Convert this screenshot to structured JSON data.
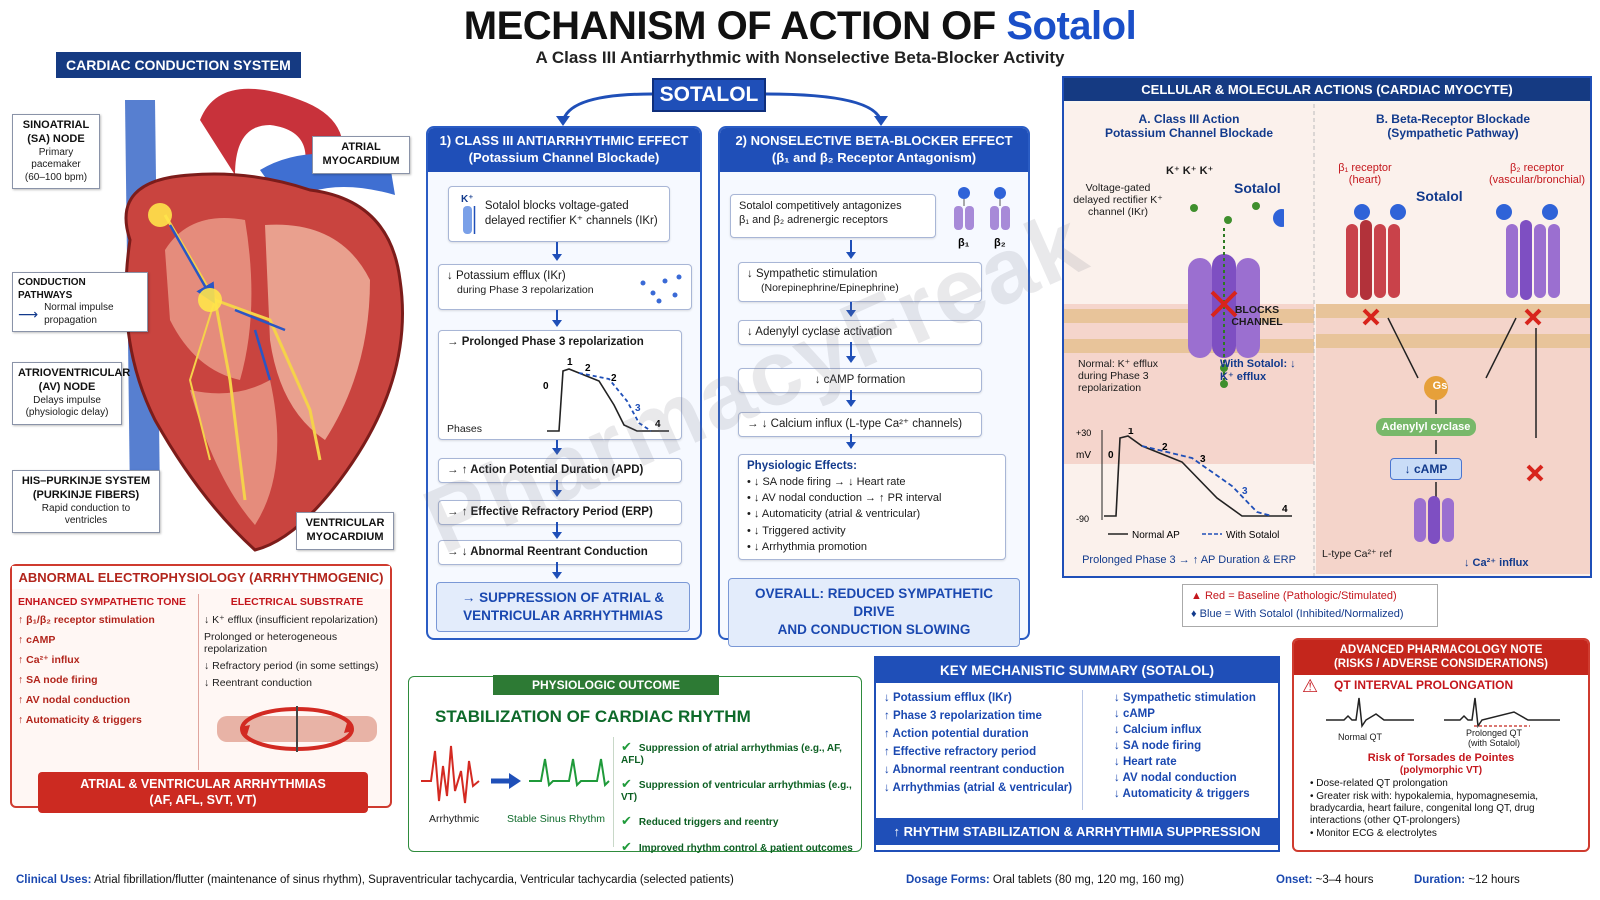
{
  "header": {
    "title_prefix": "MECHANISM OF ACTION OF",
    "title_drug": "Sotalol",
    "subtitle": "A Class III Antiarrhythmic with Nonselective Beta-Blocker Activity",
    "drug_badge": "SOTALOL"
  },
  "conduction": {
    "tag": "CARDIAC CONDUCTION SYSTEM",
    "sa_node": {
      "title": "SINOATRIAL (SA) NODE",
      "line1": "Primary pacemaker",
      "line2": "(60–100 bpm)"
    },
    "atrial": "ATRIAL MYOCARDIUM",
    "pathways": {
      "title": "CONDUCTION PATHWAYS",
      "text": "Normal impulse propagation"
    },
    "av_node": {
      "title": "ATRIOVENTRICULAR (AV) NODE",
      "line1": "Delays impulse",
      "line2": "(physiologic delay)"
    },
    "his": {
      "title": "HIS–PURKINJE SYSTEM (PURKINJE FIBERS)",
      "line1": "Rapid conduction to",
      "line2": "ventricles"
    },
    "ventricular": "VENTRICULAR MYOCARDIUM"
  },
  "abnormal": {
    "title": "ABNORMAL ELECTROPHYSIOLOGY (ARRHYTHMOGENIC)",
    "left_title": "ENHANCED SYMPATHETIC TONE",
    "left_items": [
      "↑ β₁/β₂ receptor stimulation",
      "↑ cAMP",
      "↑ Ca²⁺ influx",
      "↑ SA node firing",
      "↑ AV nodal conduction",
      "↑ Automaticity & triggers"
    ],
    "right_title": "ELECTRICAL SUBSTRATE",
    "right_items": [
      "↓ K⁺ efflux (insufficient repolarization)",
      "Prolonged or heterogeneous repolarization",
      "↓ Refractory period (in some settings)",
      "↓ Reentrant conduction"
    ],
    "bottom_line1": "ATRIAL & VENTRICULAR ARRHYTHMIAS",
    "bottom_line2": "(AF, AFL, SVT, VT)"
  },
  "class3": {
    "title_line1": "1) CLASS III ANTIARRHYTHMIC EFFECT",
    "title_line2": "(Potassium Channel Blockade)",
    "k_label": "K⁺",
    "step1": "Sotalol blocks voltage-gated delayed rectifier K⁺ channels (IKr)",
    "step2_line1": "↓ Potassium efflux (IKr)",
    "step2_line2": "during Phase 3 repolarization",
    "step3": "→ Prolonged Phase 3 repolarization",
    "phases_label": "Phases",
    "phase_nums": [
      "0",
      "1",
      "2",
      "2",
      "3",
      "4"
    ],
    "step4": "→ ↑ Action Potential Duration (APD)",
    "step5": "→ ↑ Effective Refractory Period (ERP)",
    "step6": "→ ↓ Abnormal Reentrant Conduction",
    "conclusion_line1": "→ SUPPRESSION OF ATRIAL &",
    "conclusion_line2": "VENTRICULAR ARRHYTHMIAS"
  },
  "beta": {
    "title_line1": "2) NONSELECTIVE BETA-BLOCKER EFFECT",
    "title_line2": "(β₁ and β₂ Receptor Antagonism)",
    "step1_line1": "Sotalol competitively antagonizes",
    "step1_line2": "β₁ and β₂ adrenergic receptors",
    "b1": "β₁",
    "b2": "β₂",
    "step2_line1": "↓ Sympathetic stimulation",
    "step2_line2": "(Norepinephrine/Epinephrine)",
    "step3": "↓ Adenylyl cyclase activation",
    "step4": "↓ cAMP formation",
    "step5": "→ ↓ Calcium influx (L-type Ca²⁺ channels)",
    "effects_title": "Physiologic Effects:",
    "effects": [
      "• ↓ SA node firing → ↓ Heart rate",
      "• ↓ AV nodal conduction → ↑ PR interval",
      "• ↓ Automaticity (atrial & ventricular)",
      "• ↓ Triggered activity",
      "• ↓ Arrhythmia promotion"
    ],
    "conclusion_line1": "OVERALL: REDUCED SYMPATHETIC DRIVE",
    "conclusion_line2": "AND CONDUCTION SLOWING"
  },
  "cellular": {
    "title": "CELLULAR & MOLECULAR ACTIONS (CARDIAC MYOCYTE)",
    "a_title_line1": "A. Class III Action",
    "a_title_line2": "Potassium Channel Blockade",
    "a_channel_label": "Voltage-gated delayed rectifier K⁺ channel (IKr)",
    "a_k_ions": "K⁺ K⁺ K⁺",
    "a_sotalol": "Sotalol",
    "a_blocks": "BLOCKS CHANNEL",
    "a_normal": "Normal: K⁺ efflux during Phase 3 repolarization",
    "a_with": "With Sotalol: ↓ K⁺ efflux",
    "graph_top": "+30",
    "graph_unit": "mV",
    "graph_bottom": "-90",
    "graph_nums": [
      "0",
      "1",
      "2",
      "3",
      "3",
      "4"
    ],
    "legend_normal": "Normal AP",
    "legend_sotalol": "With Sotalol",
    "graph_caption": "Prolonged Phase 3 → ↑ AP Duration & ERP",
    "b_title_line1": "B. Beta-Receptor Blockade",
    "b_title_line2": "(Sympathetic Pathway)",
    "b1_label_line1": "β₁ receptor",
    "b1_label_line2": "(heart)",
    "b2_label_line1": "β₂ receptor",
    "b2_label_line2": "(vascular/bronchial)",
    "b_sotalol": "Sotalol",
    "gs": "Gs",
    "adenylyl": "Adenylyl cyclase",
    "camp": "↓ cAMP",
    "ltype": "L-type Ca²⁺ ref",
    "ca_influx": "↓ Ca²⁺ influx",
    "key_red": "Red = Baseline (Pathologic/Stimulated)",
    "key_blue": "Blue = With Sotalol (Inhibited/Normalized)"
  },
  "outcome": {
    "badge": "PHYSIOLOGIC OUTCOME",
    "title": "STABILIZATION OF CARDIAC RHYTHM",
    "arrhythmic": "Arrhythmic",
    "stable": "Stable Sinus Rhythm",
    "items": [
      "Suppression of atrial arrhythmias (e.g., AF, AFL)",
      "Suppression of ventricular arrhythmias (e.g., VT)",
      "Reduced triggers and reentry",
      "Improved rhythm control & patient outcomes"
    ]
  },
  "summary": {
    "title": "KEY MECHANISTIC SUMMARY (SOTALOL)",
    "left": [
      "↓ Potassium efflux (IKr)",
      "↑ Phase 3 repolarization time",
      "↑ Action potential duration",
      "↑ Effective refractory period",
      "↓ Abnormal reentrant conduction",
      "↓ Arrhythmias (atrial & ventricular)"
    ],
    "right": [
      "↓ Sympathetic stimulation",
      "↓ cAMP",
      "↓ Calcium influx",
      "↓ SA node firing",
      "↓ Heart rate",
      "↓ AV nodal conduction",
      "↓ Automaticity & triggers"
    ],
    "bottom": "↑ RHYTHM STABILIZATION & ARRHYTHMIA SUPPRESSION"
  },
  "advanced": {
    "title_line1": "ADVANCED PHARMACOLOGY NOTE",
    "title_line2": "(RISKS / ADVERSE CONSIDERATIONS)",
    "qt_title": "QT INTERVAL PROLONGATION",
    "normal_qt": "Normal QT",
    "prolonged_qt_line1": "Prolonged QT",
    "prolonged_qt_line2": "(with Sotalol)",
    "torsades_line1": "Risk of Torsades de Pointes",
    "torsades_line2": "(polymorphic VT)",
    "bullets": [
      "• Dose-related QT prolongation",
      "• Greater risk with: hypokalemia, hypomagnesemia, bradycardia, heart failure, congenital long QT, drug interactions (other QT-prolongers)",
      "• Monitor ECG & electrolytes"
    ]
  },
  "footer": {
    "uses_label": "Clinical Uses:",
    "uses": "Atrial fibrillation/flutter (maintenance of sinus rhythm), Supraventricular tachycardia, Ventricular tachycardia (selected patients)",
    "dosage_label": "Dosage Forms:",
    "dosage": "Oral tablets (80 mg, 120 mg, 160 mg)",
    "onset_label": "Onset:",
    "onset": "~3–4 hours",
    "duration_label": "Duration:",
    "duration": "~12 hours"
  },
  "watermark": "PharmacyFreak"
}
